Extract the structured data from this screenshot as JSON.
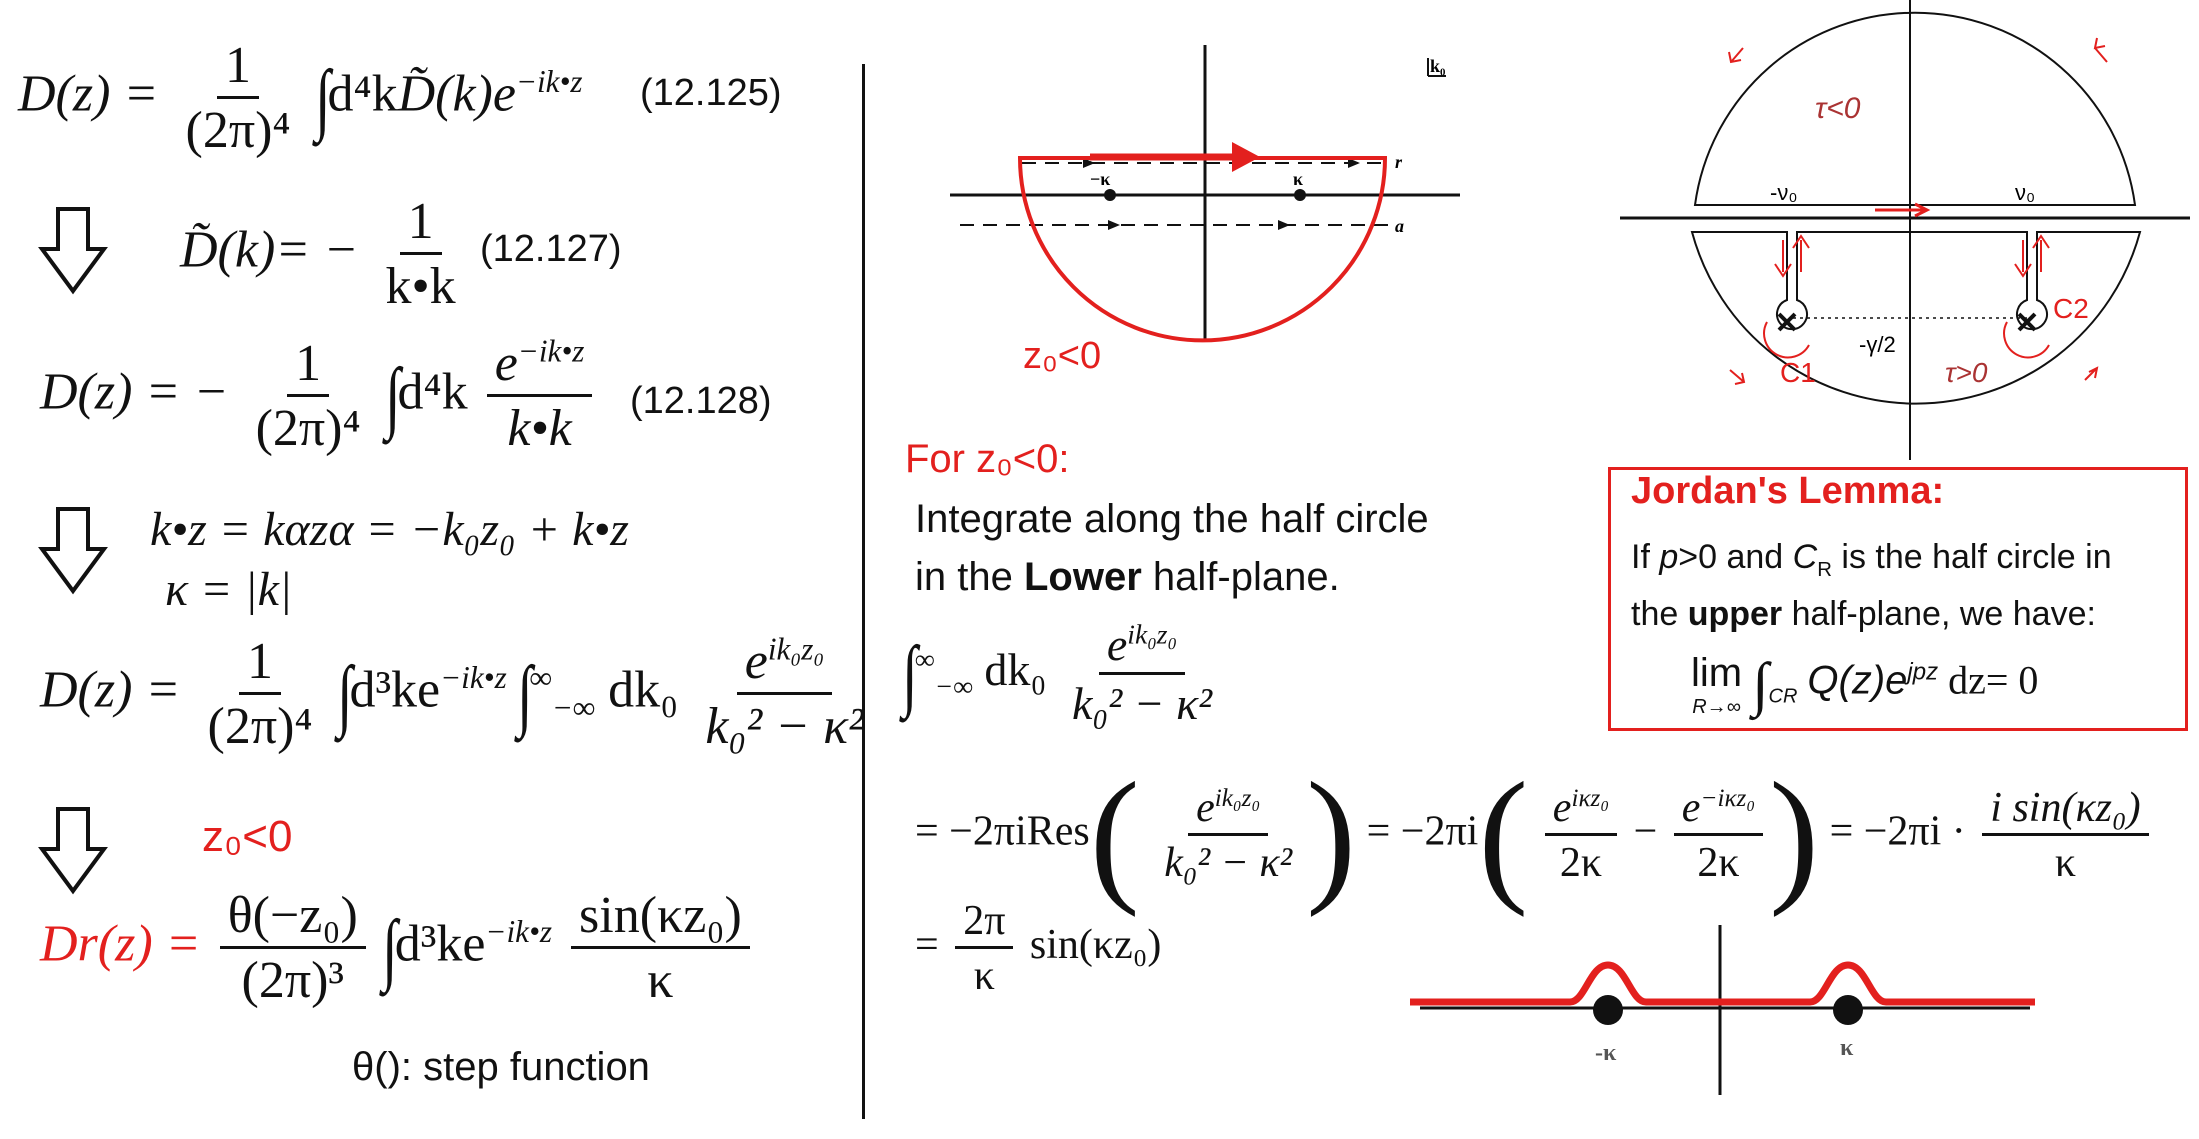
{
  "left": {
    "eq1": {
      "lhs": "D(z) =",
      "num": "1",
      "den": "(2π)⁴",
      "integral": "∫",
      "body": "d⁴k",
      "tilde_d": "D̃(k)e",
      "exp": "−ik•z",
      "label": "(12.125)"
    },
    "eq2": {
      "lhs": "D̃(k)= −",
      "num": "1",
      "den": "k•k",
      "label": "(12.127)"
    },
    "eq3": {
      "lhs": "D(z) = −",
      "num": "1",
      "den": "(2π)⁴",
      "integral": "∫",
      "body": "d⁴k",
      "num2": "e",
      "exp2": "−ik•z",
      "den2": "k•k",
      "label": "(12.128)"
    },
    "eq4": {
      "line1": "k•z = kαzα = −k₀z₀ + k•z",
      "line2": "κ = |k|"
    },
    "eq5": {
      "lhs": "D(z) =",
      "num": "1",
      "den": "(2π)⁴",
      "integral": "∫",
      "body": "d³ke",
      "exp": "−ik•z",
      "integral2": "∫",
      "lim_upper": "∞",
      "lim_lower": "−∞",
      "dk": "dk₀",
      "num2": "e",
      "exp2": "ik₀z₀",
      "den2": "k₀² − κ²"
    },
    "z0_label": "z₀<0",
    "eq6": {
      "lhs": "Dr(z) =",
      "num": "θ(−z₀)",
      "den": "(2π)³",
      "integral": "∫",
      "body": "d³ke",
      "exp": "−ik•z",
      "num2": "sin(κz₀)",
      "den2": "κ"
    },
    "theta_note": "θ(): step function"
  },
  "middle": {
    "diagram_labels": {
      "k0": "k₀",
      "r": "r",
      "a": "a",
      "neg_kappa": "−κ",
      "kappa": "κ",
      "z0": "z₀<0"
    },
    "for_label": "For z₀<0:",
    "instruction_line1": "Integrate along the half circle",
    "instruction_line2_pre": "in the ",
    "instruction_line2_bold": "Lower",
    "instruction_line2_post": " half-plane.",
    "integral_expr": {
      "lim_upper": "∞",
      "lim_lower": "−∞",
      "dk": "dk₀",
      "num": "e",
      "exp": "ik₀z₀",
      "den": "k₀² − κ²"
    },
    "residue_expr": {
      "part1": "= −2πiRes",
      "num1": "e",
      "exp1": "ik₀z₀",
      "den1": "k₀² − κ²",
      "part2": "= −2πi",
      "num2": "e",
      "exp2": "iκz₀",
      "den2": "2κ",
      "minus": "−",
      "num3": "e",
      "exp3": "−iκz₀",
      "den3": "2κ",
      "part3": "= −2πi ·",
      "num4": "i sin(κz₀)",
      "den4": "κ"
    },
    "final_expr": {
      "eq": "=",
      "num": "2π",
      "den": "κ",
      "rhs": "sin(κz₀)"
    }
  },
  "right": {
    "circle_labels": {
      "tau_neg": "τ<0",
      "tau_pos": "τ>0",
      "nu0_neg": "-ν₀",
      "nu0": "ν₀",
      "c1": "C1",
      "c2": "C2",
      "gamma": "-γ/2"
    },
    "jordan": {
      "title": "Jordan's Lemma:",
      "line1_pre": "If ",
      "line1_p": "p",
      "line1_mid": ">0 and ",
      "line1_c": "C",
      "line1_sub": "R",
      "line1_post": " is the half circle in",
      "line2_pre": "the ",
      "line2_bold": "upper",
      "line2_post": " half-plane, we have:",
      "formula_lim": "lim",
      "formula_lim_sub": "R→∞",
      "formula_int": "∫",
      "formula_int_sub": "CR",
      "formula_body": "Q(z)e",
      "formula_exp": "jpz",
      "formula_tail": "dz= 0"
    },
    "bottom_labels": {
      "neg_kappa": "-κ",
      "kappa": "κ"
    }
  },
  "colors": {
    "accent": "#e3201e",
    "text": "#111111",
    "background": "#ffffff"
  }
}
